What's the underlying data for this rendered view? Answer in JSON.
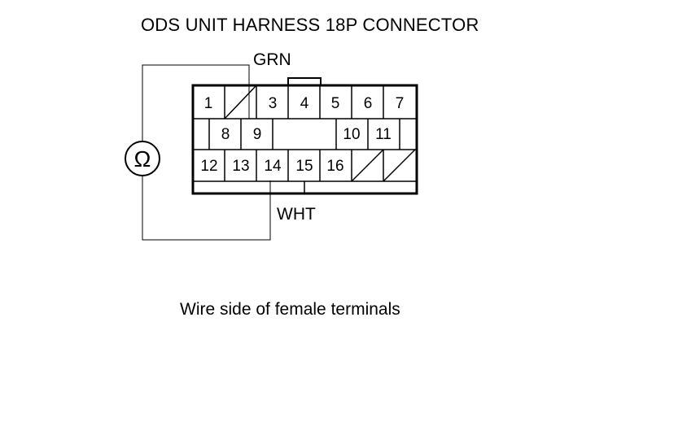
{
  "title": "ODS UNIT HARNESS 18P CONNECTOR",
  "caption": "Wire side of female terminals",
  "wires": {
    "grn": "GRN",
    "wht": "WHT"
  },
  "meter_symbol": "Ω",
  "terminals": {
    "row1": [
      "1",
      "3",
      "4",
      "5",
      "6",
      "7"
    ],
    "row2": [
      "8",
      "9",
      "10",
      "11"
    ],
    "row3": [
      "12",
      "13",
      "14",
      "15",
      "16"
    ]
  }
}
